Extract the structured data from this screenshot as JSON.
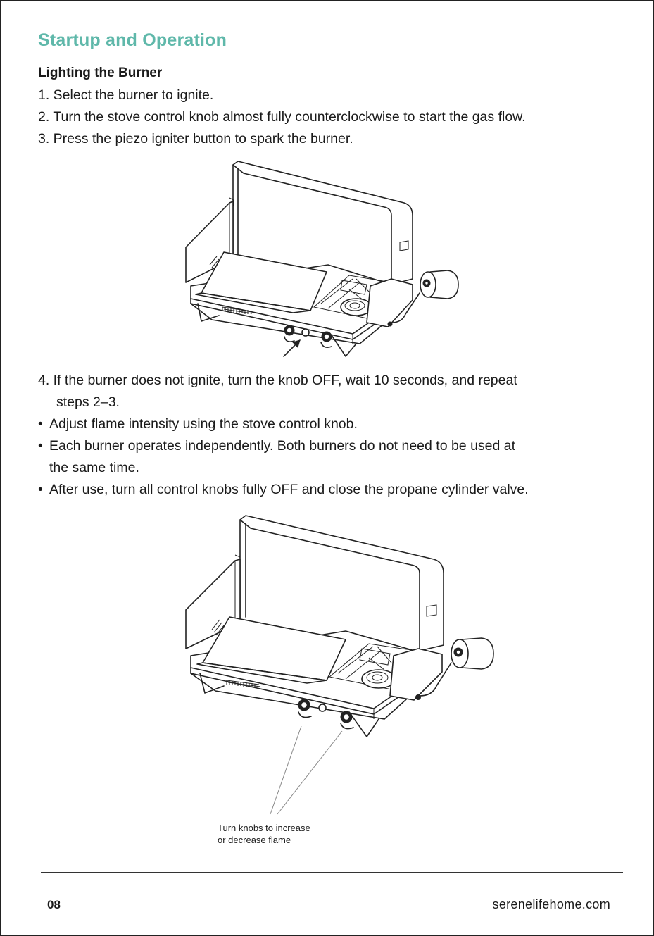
{
  "section_title": "Startup and Operation",
  "subheading": "Lighting the Burner",
  "steps_a": [
    "1. Select the burner to ignite.",
    "2. Turn the stove control knob almost fully counterclockwise to start the gas flow.",
    "3. Press the piezo igniter button to spark the burner."
  ],
  "step4": {
    "line1": "4. If the burner does not ignite, turn the knob OFF, wait 10 seconds, and repeat",
    "line2": "steps 2–3."
  },
  "bullets": {
    "b1": "Adjust flame intensity using the stove control knob.",
    "b2_line1": "Each burner operates independently. Both burners do not need to be used at",
    "b2_line2": "the same time.",
    "b3": "After use, turn all control knobs fully OFF and close the propane cylinder valve."
  },
  "figure2_caption": {
    "line1": "Turn knobs to increase",
    "line2": "or decrease flame"
  },
  "footer": {
    "page_number": "08",
    "website": "serenelifehome.com"
  },
  "colors": {
    "title": "#5fb8aa",
    "text": "#1a1a1a"
  }
}
